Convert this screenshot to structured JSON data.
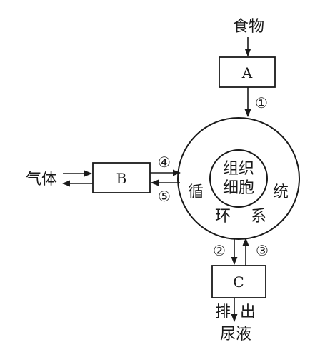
{
  "labels": {
    "food": "食物",
    "box_a": "A",
    "box_b": "B",
    "box_c": "C",
    "gas": "气体",
    "inner_line1": "组织",
    "inner_line2": "细胞",
    "ring_left": "循",
    "ring_right": "统",
    "ring_bottom_left": "环",
    "ring_bottom_right": "系",
    "excrete_left": "排",
    "excrete_right": "出",
    "urine": "尿液"
  },
  "steps": {
    "s1": "①",
    "s2": "②",
    "s3": "③",
    "s4": "④",
    "s5": "⑤"
  }
}
